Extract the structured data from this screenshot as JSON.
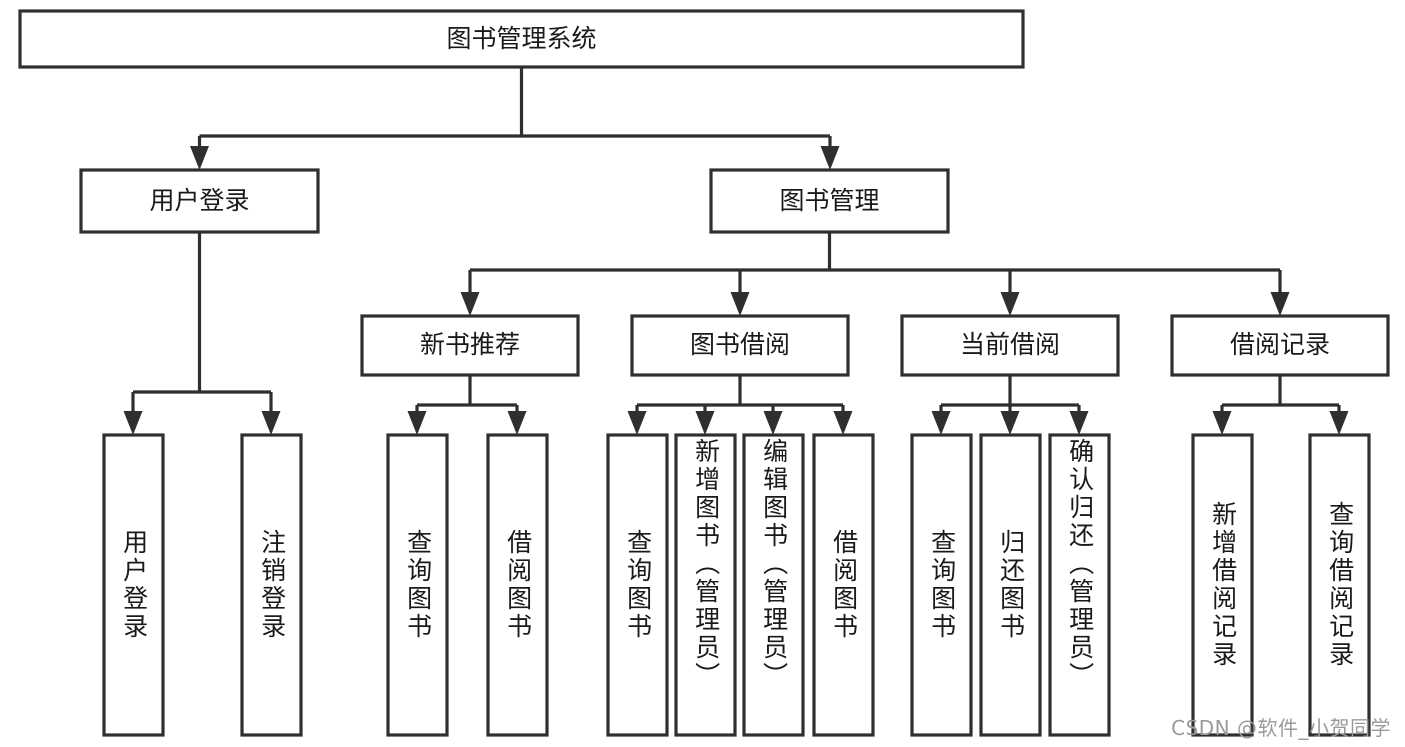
{
  "diagram": {
    "type": "tree-hierarchy",
    "background_color": "#ffffff",
    "line_color": "#2f2f2f",
    "text_color": "#1a1a1a",
    "root": {
      "label": "图书管理系统"
    },
    "level1": [
      {
        "label": "用户登录"
      },
      {
        "label": "图书管理"
      }
    ],
    "level2": [
      {
        "label": "新书推荐"
      },
      {
        "label": "图书借阅"
      },
      {
        "label": "当前借阅"
      },
      {
        "label": "借阅记录"
      }
    ],
    "leaves": {
      "user_login": [
        {
          "label": "用户登录"
        },
        {
          "label": "注销登录"
        }
      ],
      "new_book_recommend": [
        {
          "label": "查询图书"
        },
        {
          "label": "借阅图书"
        }
      ],
      "book_borrow": [
        {
          "label": "查询图书"
        },
        {
          "label": "新增图书（管理员）"
        },
        {
          "label": "编辑图书（管理员）"
        },
        {
          "label": "借阅图书"
        }
      ],
      "current_borrow": [
        {
          "label": "查询图书"
        },
        {
          "label": "归还图书"
        },
        {
          "label": "确认归还（管理员）"
        }
      ],
      "borrow_record": [
        {
          "label": "新增借阅记录"
        },
        {
          "label": "查询借阅记录"
        }
      ]
    }
  },
  "watermark": {
    "text": "CSDN @软件_小贺同学"
  }
}
